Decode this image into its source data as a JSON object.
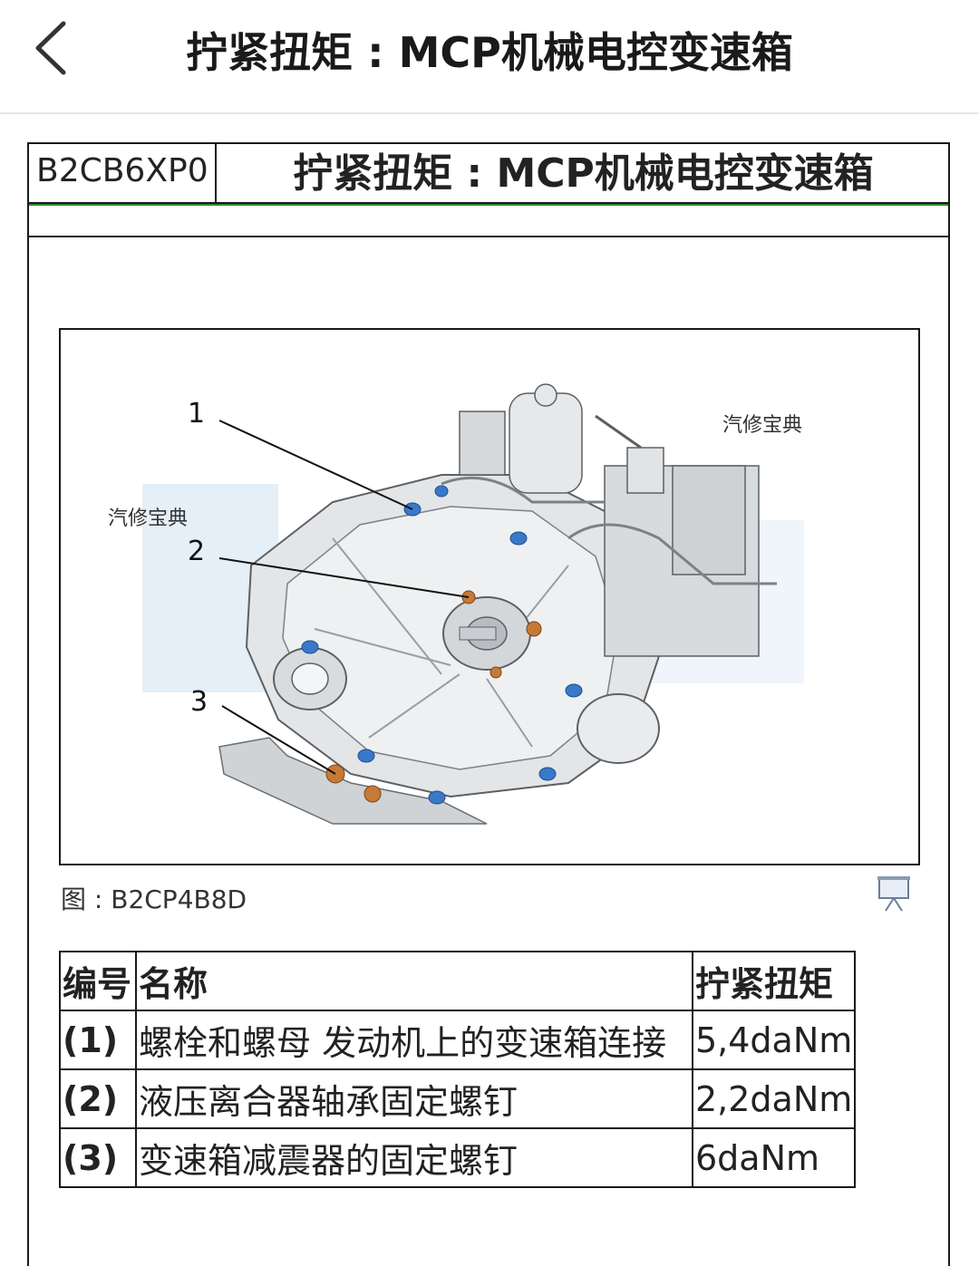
{
  "topbar": {
    "title": "拧紧扭矩 : MCP机械电控变速箱",
    "back_icon": "chevron-left-icon"
  },
  "doc": {
    "code": "B2CB6XP0",
    "title": "拧紧扭矩 : MCP机械电控变速箱"
  },
  "figure": {
    "callouts": [
      "1",
      "2",
      "3"
    ],
    "watermark_left": "汽修宝典",
    "watermark_right": "汽修宝典",
    "caption": "图 : B2CP4B8D",
    "present_icon": "presentation-icon"
  },
  "table": {
    "headers": [
      "编号",
      "名称",
      "拧紧扭矩"
    ],
    "rows": [
      {
        "num": "(1)",
        "name": "螺栓和螺母 发动机上的变速箱连接",
        "torque": "5,4daNm"
      },
      {
        "num": "(2)",
        "name": "液压离合器轴承固定螺钉",
        "torque": "2,2daNm"
      },
      {
        "num": "(3)",
        "name": "变速箱减震器的固定螺钉",
        "torque": "6daNm"
      }
    ]
  },
  "colors": {
    "bolt_blue": "#3a78c8",
    "bolt_copper": "#b86a2a",
    "border_green": "#2e8b2e"
  }
}
